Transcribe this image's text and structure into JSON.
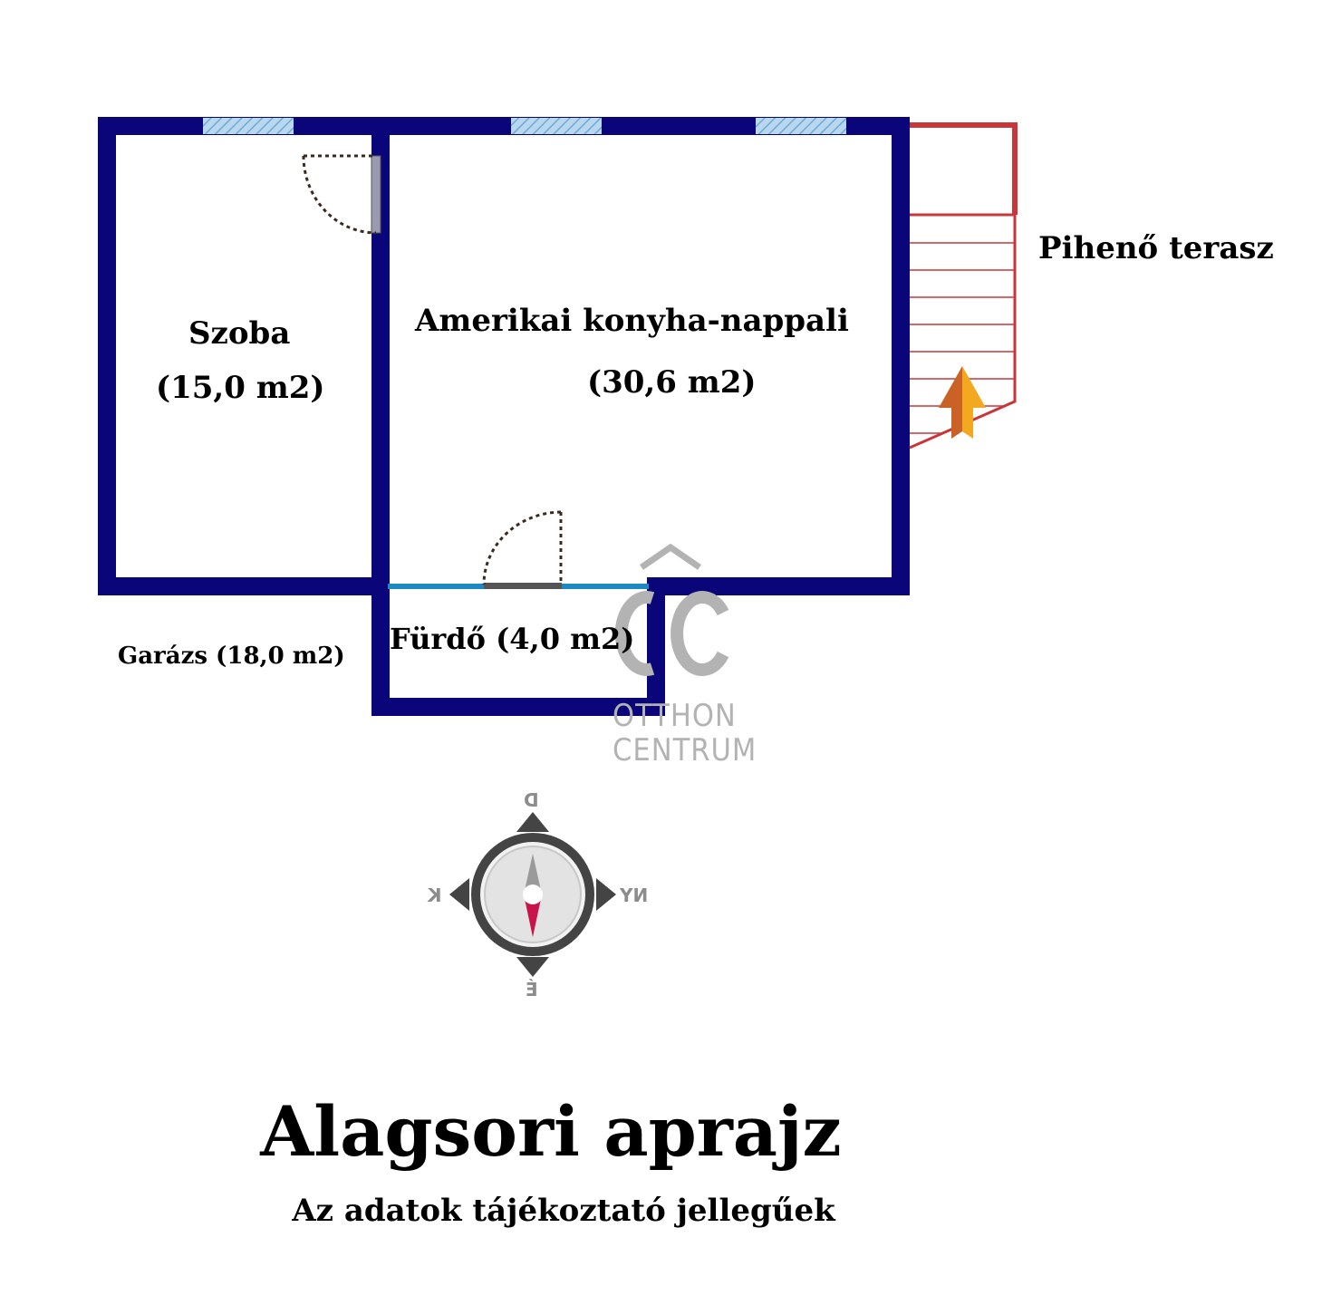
{
  "rooms": {
    "szoba": {
      "name": "Szoba",
      "area": "(15,0 m2)"
    },
    "nappali": {
      "name": "Amerikai konyha-nappali",
      "area": "(30,6 m2)"
    },
    "furdo": {
      "label": "Fürdő (4,0 m2)"
    },
    "garazs": {
      "label": "Garázs (18,0 m2)"
    },
    "terasz": {
      "label": "Pihenő terasz"
    }
  },
  "logo": {
    "line1": "OTTHON",
    "line2": "CENTRUM"
  },
  "compass": {
    "north": "É",
    "south": "D",
    "east": "K",
    "west": "NY"
  },
  "title": "Alagsori aprajz",
  "subtitle": "Az adatok tájékoztató jellegűek",
  "colors": {
    "wall": "#0a0578",
    "window": "#8fc0e3",
    "stair": "#c9363a",
    "arrow": "#f2a81f",
    "door_blue": "#1e88c4",
    "logo_gray": "#b3b3b3",
    "needle_red": "#c8144a"
  }
}
